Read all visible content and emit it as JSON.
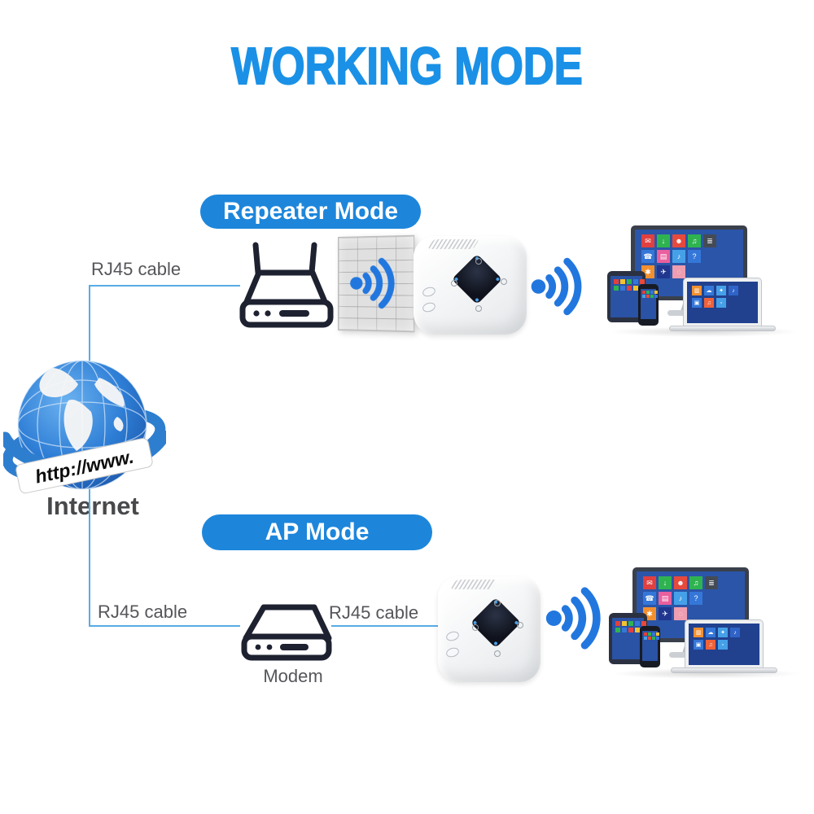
{
  "title": "WORKING MODE",
  "colors": {
    "title_blue": "#1a91e6",
    "pill_blue": "#1d86db",
    "wifi_blue": "#2277df",
    "cable_line_blue": "#58ace4",
    "label_gray": "#55565a",
    "internet_text_gray": "#48494b",
    "screen_blue": "#2b55a8",
    "device_dark": "#1d2130"
  },
  "repeater_mode": {
    "label": "Repeater Mode",
    "rj45_label": "RJ45 cable"
  },
  "ap_mode": {
    "label": "AP Mode",
    "rj45_label_left": "RJ45 cable",
    "rj45_label_right": "RJ45 cable",
    "modem_label": "Modem"
  },
  "internet": {
    "banner": "http://www.",
    "label": "Internet"
  },
  "icons": {
    "globe": "internet-globe-icon",
    "router": "router-icon",
    "wall": "brick-wall-icon",
    "wifi": "wifi-signal-icon",
    "repeater": "wifi-repeater-device",
    "modem": "modem-icon",
    "devices": "client-devices-cluster"
  },
  "tiles": {
    "monitor": [
      [
        {
          "c": "#e14040",
          "g": "✉"
        },
        {
          "c": "#2fb350",
          "g": "↓"
        },
        {
          "c": "#e64a3c",
          "g": "☻"
        },
        {
          "c": "#2fb350",
          "g": "♫"
        },
        {
          "c": "#454b55",
          "g": "≣"
        }
      ],
      [
        {
          "c": "#3577d8",
          "g": "☎"
        },
        {
          "c": "#ea5f9e",
          "g": "▤"
        },
        {
          "c": "#46a0e8",
          "g": "♪"
        },
        {
          "c": "#3577d8",
          "g": "?"
        }
      ],
      [
        {
          "c": "#f29030",
          "g": "✱"
        },
        {
          "c": "#20368f",
          "g": "✈"
        },
        {
          "c": "#ef9db0",
          "g": "◌"
        }
      ]
    ],
    "laptop": [
      [
        {
          "c": "#f29030",
          "g": "▥"
        },
        {
          "c": "#3577d8",
          "g": "☁"
        },
        {
          "c": "#46a0e8",
          "g": "✦"
        },
        {
          "c": "#2f63c8",
          "g": "♪"
        }
      ],
      [
        {
          "c": "#3577d8",
          "g": "▣"
        },
        {
          "c": "#f0623a",
          "g": "♫"
        },
        {
          "c": "#46a0e8",
          "g": "▫"
        }
      ]
    ],
    "tablet": [
      [
        "#e14040",
        "#f2c230",
        "#2fb350",
        "#3577d8",
        "#e64a3c"
      ],
      [
        "#2fb350",
        "#3577d8",
        "#e14040",
        "#f2c230",
        "#46a0e8"
      ]
    ],
    "phone": [
      [
        "#e14040",
        "#2fb350",
        "#3577d8",
        "#f2c230"
      ],
      [
        "#46a0e8",
        "#e64a3c",
        "#2fb350",
        "#3577d8"
      ]
    ]
  }
}
